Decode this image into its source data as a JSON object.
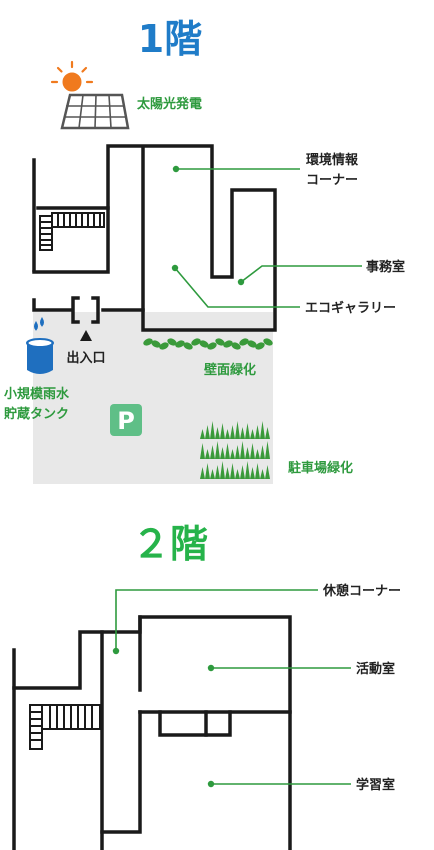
{
  "colors": {
    "title_floor1": "#1f7cc8",
    "title_floor2": "#26b34a",
    "green_label": "#2e9a3e",
    "leader": "#2e9a3e",
    "dot": "#2e9a3e",
    "wall": "#1a1a1a",
    "parking_area": "#e8e8e8",
    "parking_sign": "#5fbf87",
    "water_tank": "#1f6fbf",
    "sun": "#f07a1e",
    "solar_panel": "#555555",
    "plants": "#3a9a3a"
  },
  "floor1": {
    "title": "1階",
    "labels": {
      "solar": "太陽光発電",
      "env_corner_line1": "環境情報",
      "env_corner_line2": "コーナー",
      "office": "事務室",
      "eco_gallery": "エコギャラリー",
      "entrance": "出入口",
      "wall_greening": "壁面緑化",
      "rain_tank_line1": "小規模雨水",
      "rain_tank_line2": "貯蔵タンク",
      "parking_greening": "駐車場緑化",
      "parking_sign": "P"
    },
    "icons": [
      "sun-icon",
      "solar-panel-icon",
      "water-tank-icon",
      "parking-sign-icon",
      "wall-plants-icon",
      "grass-icon",
      "entrance-arrow-icon"
    ]
  },
  "floor2": {
    "title": "２階",
    "labels": {
      "rest_corner": "休憩コーナー",
      "activity_room": "活動室",
      "study_room": "学習室"
    }
  }
}
